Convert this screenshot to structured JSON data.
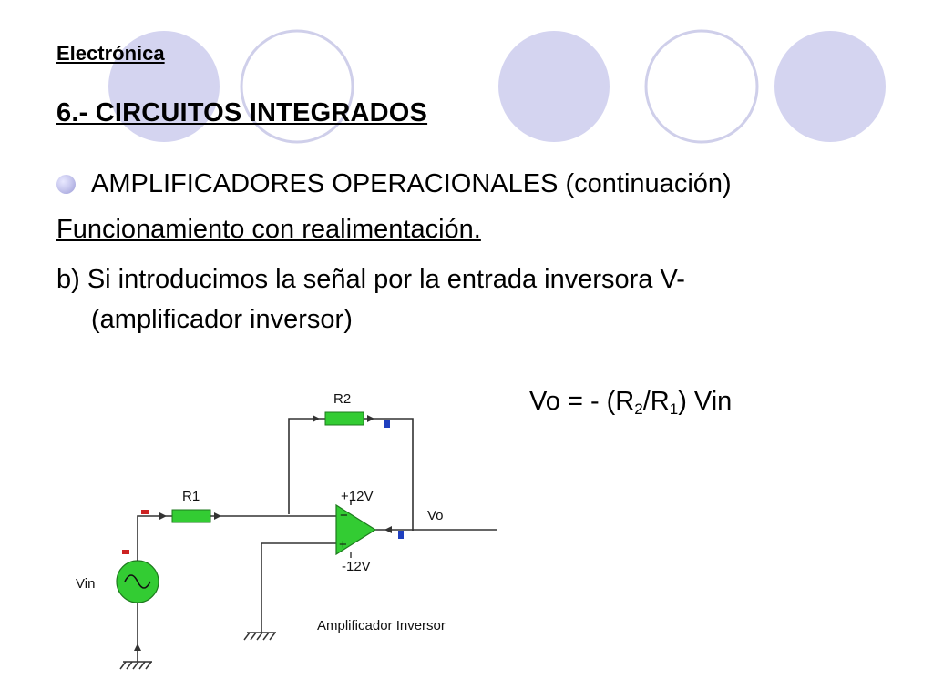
{
  "header": {
    "subject": "Electrónica",
    "title": "6.- CIRCUITOS INTEGRADOS"
  },
  "body": {
    "bullet_text": "AMPLIFICADORES OPERACIONALES (continuación)",
    "subheading": "Funcionamiento con realimentación.",
    "paragraph_line1": "b) Si introducimos la señal por la entrada inversora V-",
    "paragraph_line2": "(amplificador inversor)"
  },
  "formula": {
    "lhs": "Vo",
    "equals": "=",
    "rest_prefix": "- (R",
    "sub_a": "2",
    "slash": "/R",
    "sub_b": "1",
    "rest_suffix": ") Vin"
  },
  "circuit": {
    "r2_label": "R2",
    "r1_label": "R1",
    "vcc_label": "+12V",
    "vee_label": "-12V",
    "vo_label": "Vo",
    "vin_label": "Vin",
    "inverting_sign": "−",
    "noninverting_sign": "+",
    "caption": "Amplificador Inversor"
  },
  "colors": {
    "deco_filled": "#d4d4f0",
    "deco_outline": "#cfcfea",
    "component_green": "#33cc33",
    "wire": "#333333",
    "probe_red": "#cc2222",
    "probe_blue": "#1f3fbf"
  }
}
